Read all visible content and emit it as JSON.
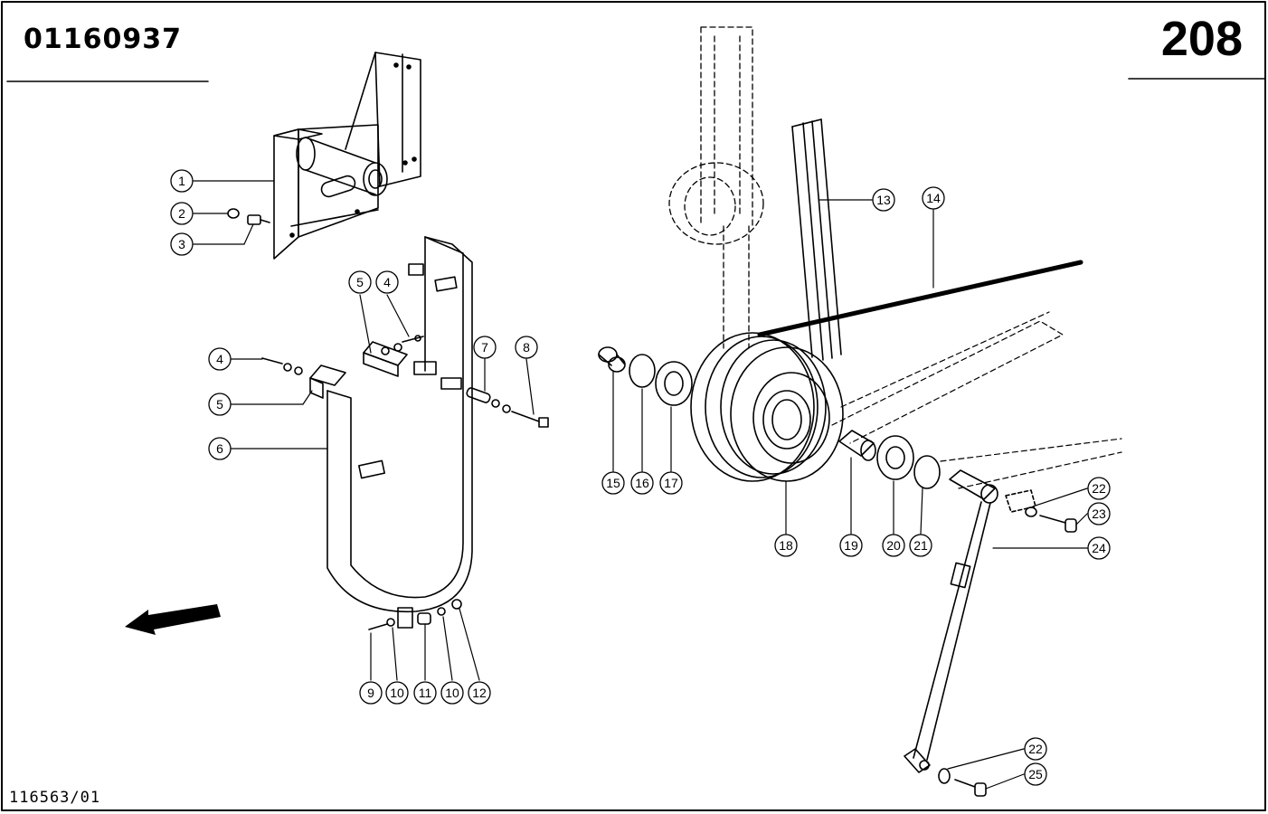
{
  "header": {
    "part_code": "01160937",
    "page_number": "208"
  },
  "footer": {
    "document_ref": "116563/01"
  },
  "callouts": [
    {
      "id": "c1",
      "label": "1"
    },
    {
      "id": "c2",
      "label": "2"
    },
    {
      "id": "c3",
      "label": "3"
    },
    {
      "id": "c4a",
      "label": "4"
    },
    {
      "id": "c4b",
      "label": "4"
    },
    {
      "id": "c5a",
      "label": "5"
    },
    {
      "id": "c5b",
      "label": "5"
    },
    {
      "id": "c6",
      "label": "6"
    },
    {
      "id": "c7",
      "label": "7"
    },
    {
      "id": "c8",
      "label": "8"
    },
    {
      "id": "c9",
      "label": "9"
    },
    {
      "id": "c10a",
      "label": "10"
    },
    {
      "id": "c11",
      "label": "11"
    },
    {
      "id": "c10b",
      "label": "10"
    },
    {
      "id": "c12",
      "label": "12"
    },
    {
      "id": "c13",
      "label": "13"
    },
    {
      "id": "c14",
      "label": "14"
    },
    {
      "id": "c15",
      "label": "15"
    },
    {
      "id": "c16",
      "label": "16"
    },
    {
      "id": "c17",
      "label": "17"
    },
    {
      "id": "c18",
      "label": "18"
    },
    {
      "id": "c19",
      "label": "19"
    },
    {
      "id": "c20",
      "label": "20"
    },
    {
      "id": "c21",
      "label": "21"
    },
    {
      "id": "c22a",
      "label": "22"
    },
    {
      "id": "c23",
      "label": "23"
    },
    {
      "id": "c24",
      "label": "24"
    },
    {
      "id": "c22b",
      "label": "22"
    },
    {
      "id": "c25",
      "label": "25"
    }
  ]
}
